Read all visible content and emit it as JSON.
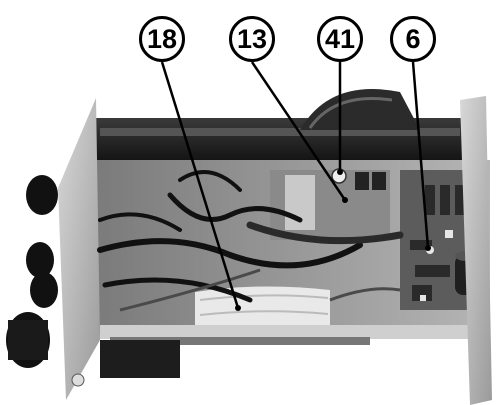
{
  "figure": {
    "description_free": true,
    "callouts": [
      {
        "id": "c18",
        "label": "18"
      },
      {
        "id": "c13",
        "label": "13"
      },
      {
        "id": "c41",
        "label": "41"
      },
      {
        "id": "c6",
        "label": "6"
      }
    ]
  },
  "colors": {
    "ink": "#000000",
    "paper": "#ffffff"
  }
}
